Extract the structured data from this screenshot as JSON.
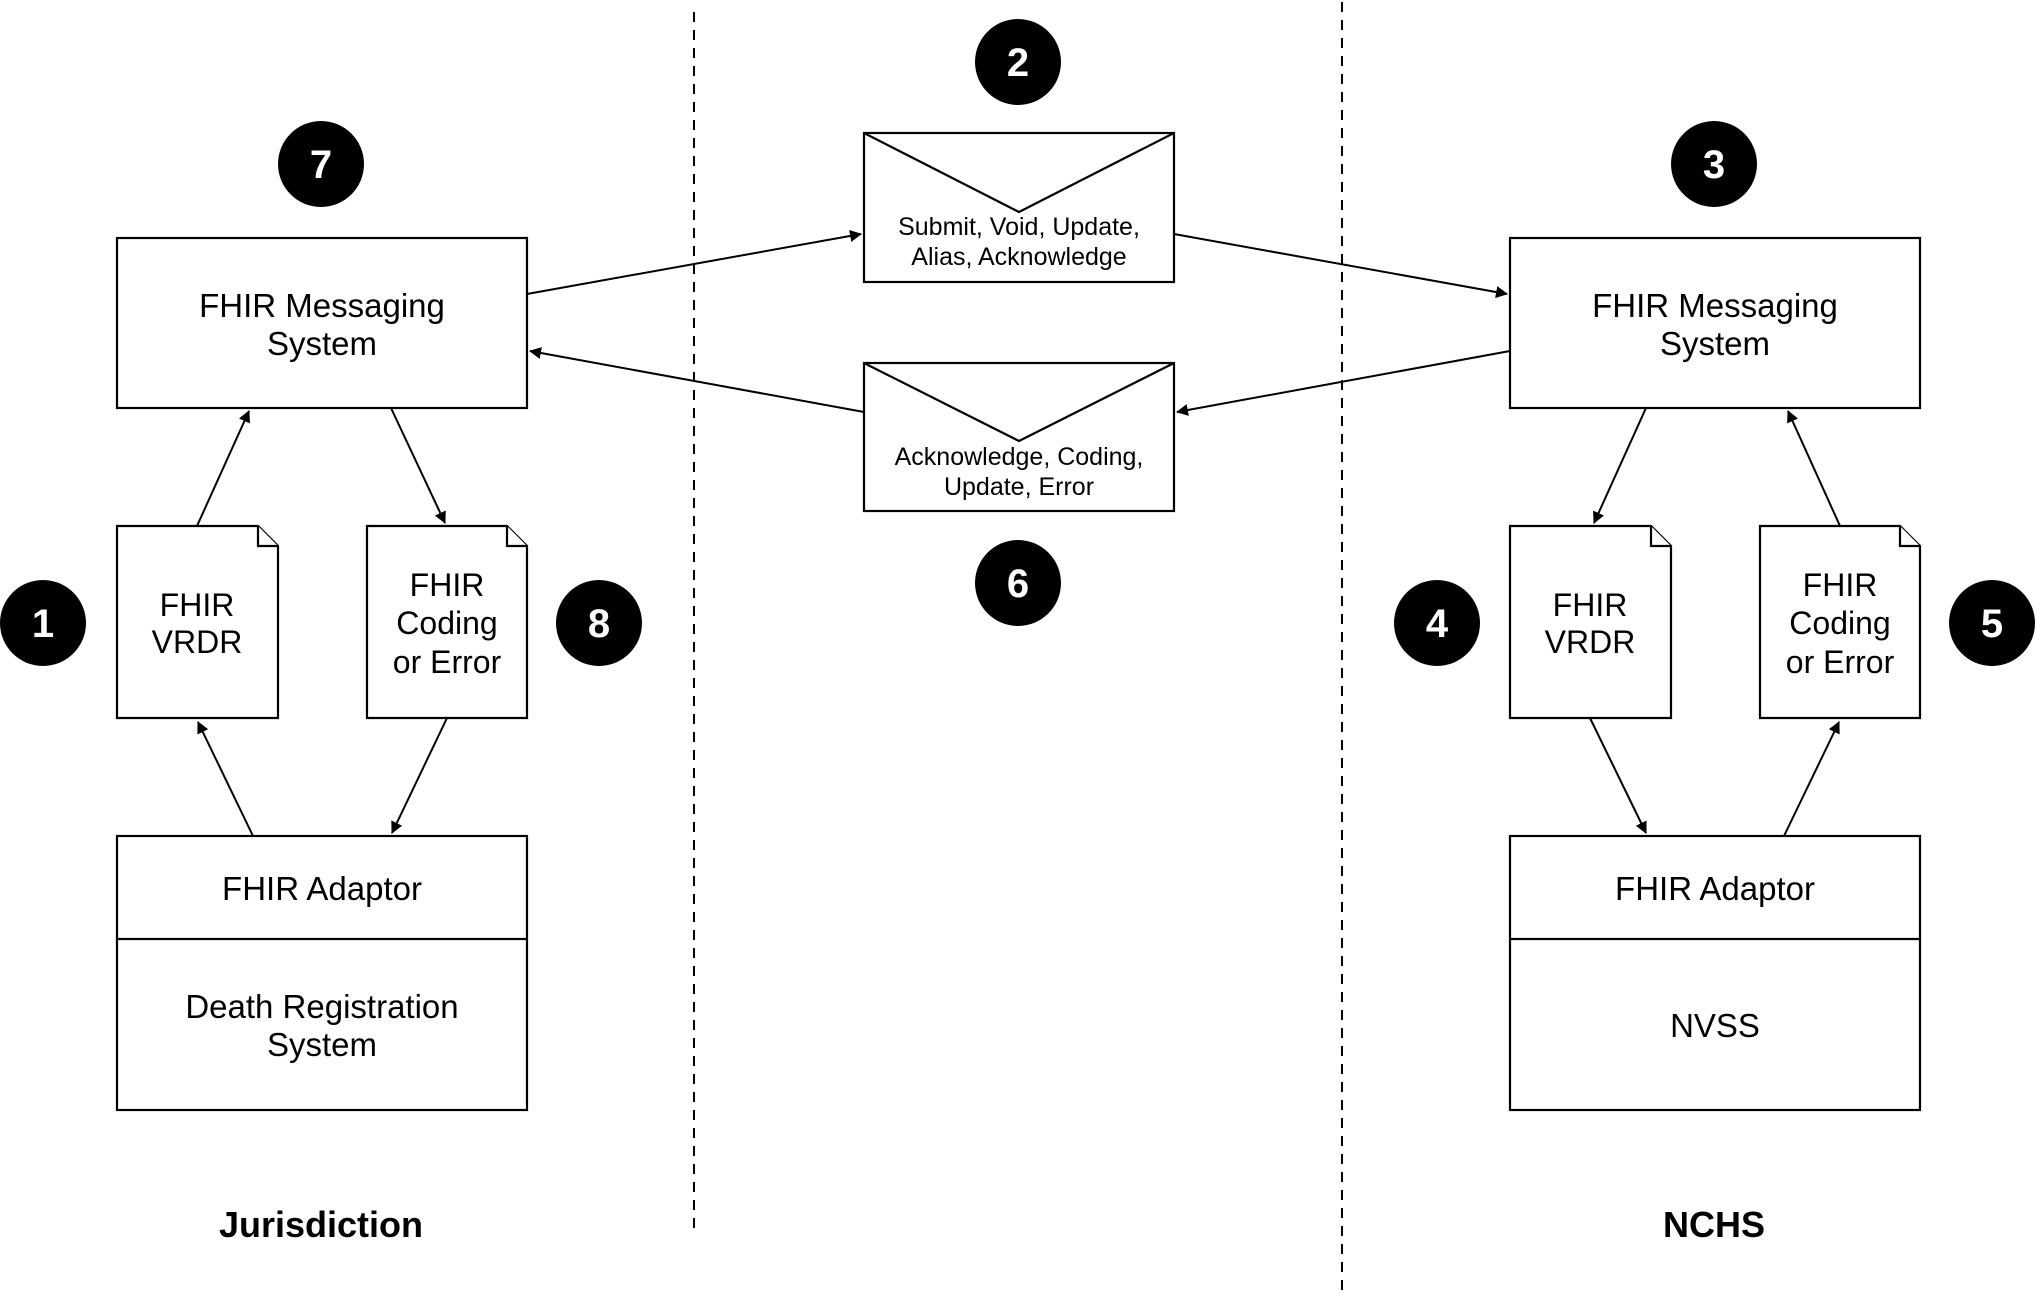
{
  "labels": {
    "jur_msg": [
      "FHIR Messaging",
      "System"
    ],
    "nchs_msg": [
      "FHIR Messaging",
      "System"
    ],
    "jur_vrdr": [
      "FHIR",
      "VRDR"
    ],
    "jur_coding": [
      "FHIR",
      "Coding",
      "or Error"
    ],
    "nchs_vrdr": [
      "FHIR",
      "VRDR"
    ],
    "nchs_coding": [
      "FHIR",
      "Coding",
      "or Error"
    ],
    "jur_adaptor": "FHIR Adaptor",
    "nchs_adaptor": "FHIR Adaptor",
    "jur_system": [
      "Death Registration",
      "System"
    ],
    "nchs_system": "NVSS",
    "env_top": [
      "Submit, Void, Update,",
      "Alias, Acknowledge"
    ],
    "env_bottom": [
      "Acknowledge, Coding,",
      "Update, Error"
    ],
    "region_left": "Jurisdiction",
    "region_right": "NCHS"
  },
  "badges": [
    "1",
    "2",
    "3",
    "4",
    "5",
    "6",
    "7",
    "8"
  ]
}
